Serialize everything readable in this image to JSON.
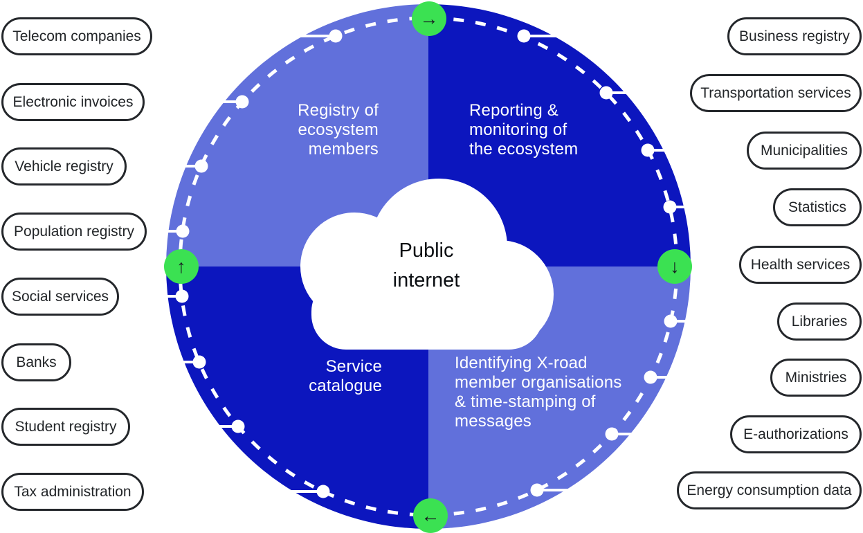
{
  "diagram": {
    "center_label": "Public\ninternet",
    "quadrants": {
      "top_left": "Registry of\necosystem\nmembers",
      "top_right": "Reporting &\nmonitoring of\nthe ecosystem",
      "bottom_left": "Service\ncatalogue",
      "bottom_right": "Identifying X-road\nmember organisations\n& time-stamping of\nmessages"
    },
    "flow_arrows": {
      "top": "→",
      "right": "↓",
      "bottom": "←",
      "left": "↑"
    }
  },
  "left_labels": [
    "Telecom companies",
    "Electronic invoices",
    "Vehicle registry",
    "Population registry",
    "Social services",
    "Banks",
    "Student registry",
    "Tax administration"
  ],
  "right_labels": [
    "Business registry",
    "Transportation services",
    "Municipalities",
    "Statistics",
    "Health services",
    "Libraries",
    "Ministries",
    "E-authorizations",
    "Energy consumption data"
  ],
  "colors": {
    "quadrant_dark_blue": "#0C16BE",
    "quadrant_light_purple": "#6170DB",
    "arrow_circle_green": "#3BE152",
    "pill_border": "#24272B",
    "pill_text": "#222528",
    "quadrant_text": "#FFFFFF",
    "connector_line": "#FFFFFF",
    "center_text": "#0B0E12"
  }
}
